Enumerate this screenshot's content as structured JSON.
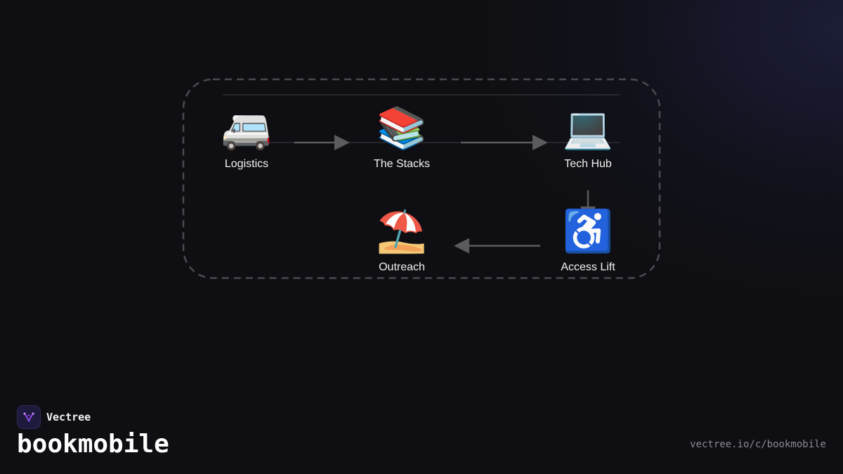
{
  "brand": {
    "name": "Vectree",
    "logo_icon": "vectree-logo-icon",
    "accent_color": "#a855f7"
  },
  "project": {
    "title": "bookmobile",
    "url": "vectree.io/c/bookmobile"
  },
  "diagram": {
    "nodes": [
      {
        "id": "logistics",
        "label": "Logistics",
        "emoji": "🚐",
        "icon": "minibus-icon"
      },
      {
        "id": "stacks",
        "label": "The Stacks",
        "emoji": "📚",
        "icon": "books-icon"
      },
      {
        "id": "techhub",
        "label": "Tech Hub",
        "emoji": "💻",
        "icon": "laptop-icon"
      },
      {
        "id": "accesslift",
        "label": "Access Lift",
        "emoji": "♿",
        "icon": "wheelchair-icon"
      },
      {
        "id": "outreach",
        "label": "Outreach",
        "emoji": "⛱️",
        "icon": "beach-umbrella-icon"
      }
    ],
    "edges": [
      {
        "from": "logistics",
        "to": "stacks"
      },
      {
        "from": "stacks",
        "to": "techhub"
      },
      {
        "from": "techhub",
        "to": "accesslift"
      },
      {
        "from": "accesslift",
        "to": "outreach"
      }
    ],
    "colors": {
      "arrow": "#5a5a5f",
      "boundary": "#4a4a50",
      "guide_line": "#3a3a40",
      "label": "#f2f2f2"
    }
  }
}
